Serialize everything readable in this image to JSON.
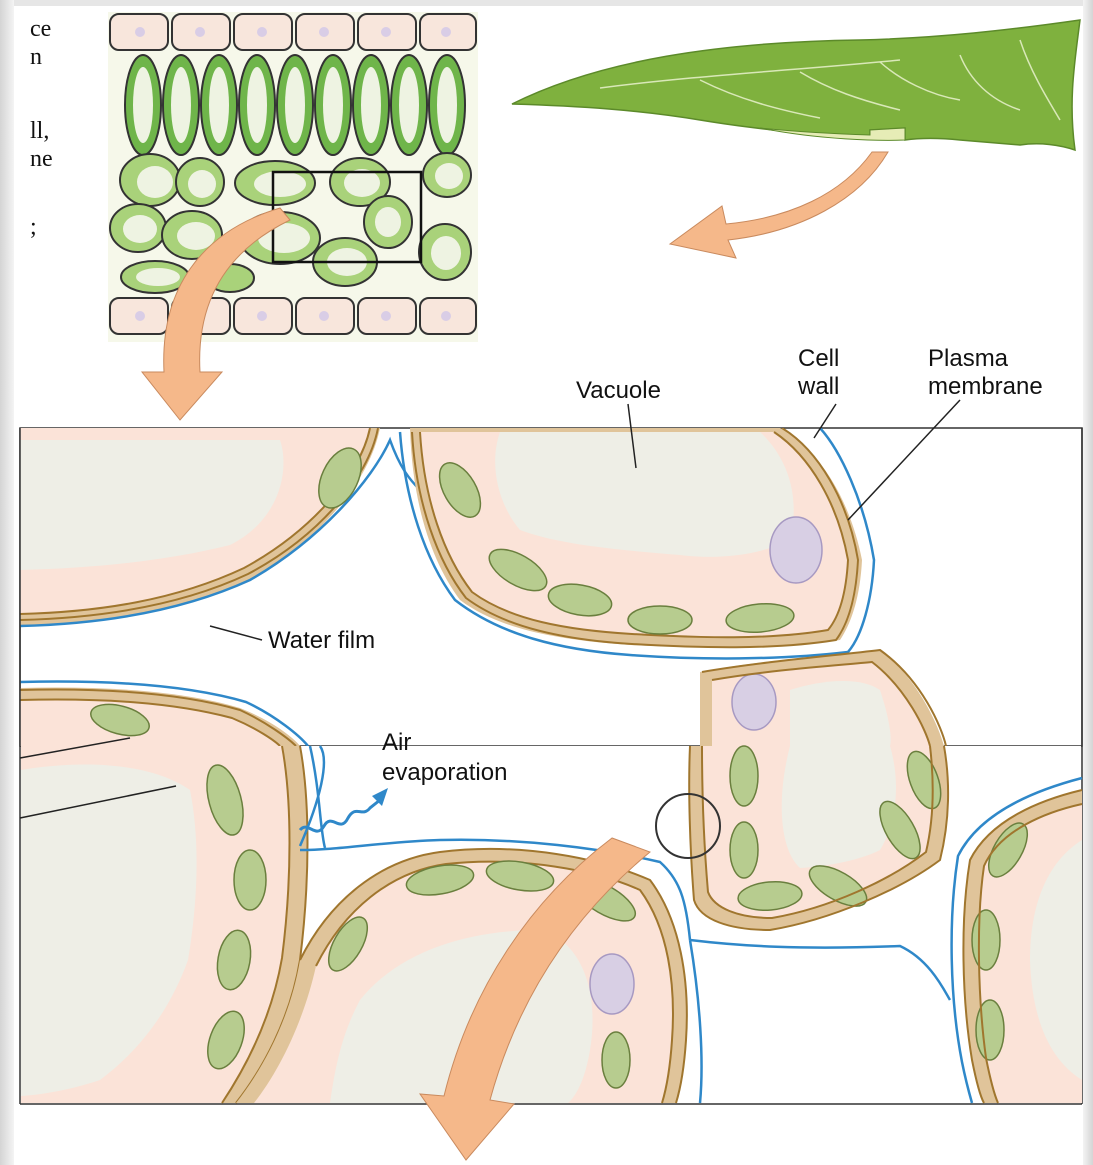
{
  "cutoff_text": [
    "ce",
    "n",
    "ll,",
    "ne",
    ";"
  ],
  "labels": {
    "vacuole": "Vacuole",
    "cell_wall_1": "Cell",
    "cell_wall_2": "wall",
    "plasma_membrane_1": "Plasma",
    "plasma_membrane_2": "membrane",
    "water_film": "Water film",
    "air": "Air",
    "evaporation": "evaporation"
  },
  "colors": {
    "cell_wall": "#e0c49a",
    "wall_line": "#a0762e",
    "cytoplasm": "#fbe3d8",
    "vacuole": "#eeeee6",
    "chloroplast": "#b7cc8f",
    "nucleus": "#d8cfe4",
    "water_film": "#2f88c9",
    "arrow": "#f5b88a",
    "leaf": "#7fb13e",
    "mesophyll_green": "#a9d27a"
  }
}
